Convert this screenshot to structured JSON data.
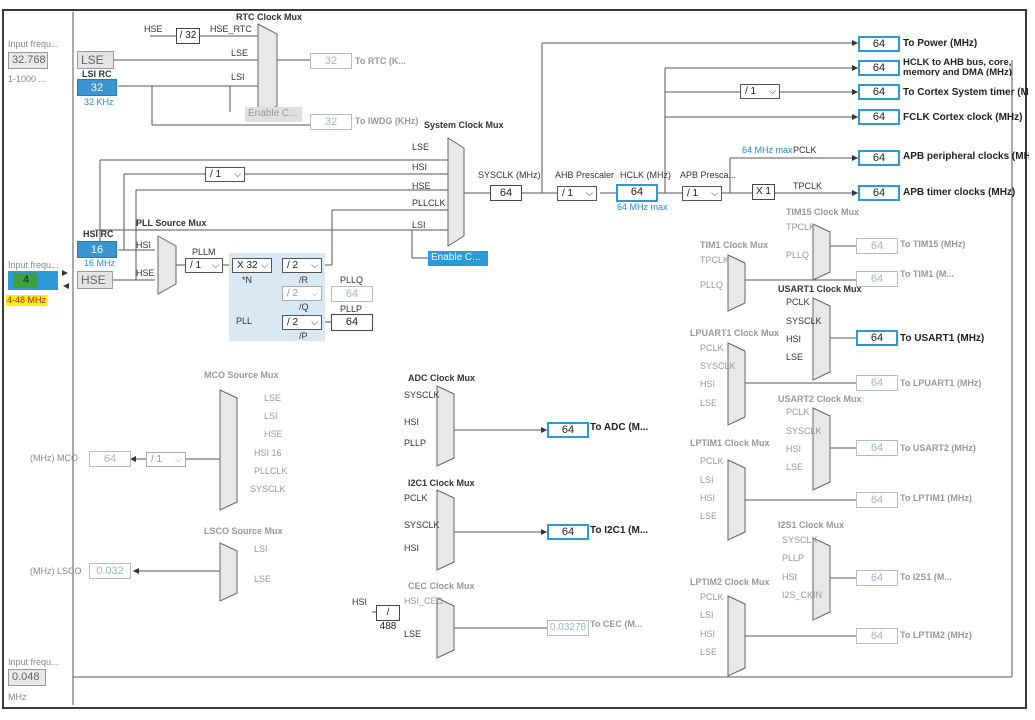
{
  "inputs": {
    "lse_freq_label": "Input frequ...",
    "lse_freq": "32.768",
    "lse_range": "1-1000 ...",
    "hse_freq_label": "Input frequ...",
    "hse_freq": "4",
    "hse_range": "4-48 MHz",
    "bottom_freq_label": "Input frequ...",
    "bottom_freq": "0.048",
    "bottom_unit": "MHz"
  },
  "sources": {
    "lse": "LSE",
    "lsi_rc_label": "LSI RC",
    "lsi_value": "32",
    "lsi_unit": "32 KHz",
    "hsi_rc_label": "HSI RC",
    "hsi_value": "16",
    "hsi_unit": "16 MHz",
    "hse": "HSE"
  },
  "rtc": {
    "title": "RTC Clock Mux",
    "hse_label": "HSE",
    "div": "/ 32",
    "hse_rtc": "HSE_RTC",
    "in_lse": "LSE",
    "in_lsi": "LSI",
    "value": "32",
    "out_label": "To RTC (K...",
    "enable_css": "Enable C...",
    "iwdg_value": "32",
    "iwdg_label": "To IWDG (KHz)"
  },
  "sysmux": {
    "title": "System Clock Mux",
    "in_lse": "LSE",
    "in_hsi": "HSI",
    "in_hse": "HSE",
    "in_pllclk": "PLLCLK",
    "in_lsi": "LSI",
    "enable_css": "Enable C...",
    "hsi_div": "/ 1"
  },
  "pll": {
    "source_title": "PLL Source Mux",
    "in_hsi": "HSI",
    "in_hse": "HSE",
    "pllm_label": "PLLM",
    "pllm": "/ 1",
    "muln": "X 32",
    "n_label": "*N",
    "div_r": "/ 2",
    "r_label": "/R",
    "div_q": "/ 2",
    "q_label": "/Q",
    "div_p": "/ 2",
    "p_label": "/P",
    "pll_label": "PLL",
    "pllq_label": "PLLQ",
    "pllq_value": "64",
    "pllp_label": "PLLP",
    "pllp_value": "64"
  },
  "bus": {
    "sysclk_label": "SYSCLK (MHz)",
    "sysclk": "64",
    "ahb_label": "AHB Prescaler",
    "ahb": "/ 1",
    "hclk_label": "HCLK (MHz)",
    "hclk": "64",
    "hclk_max": "64 MHz max",
    "apb_label": "APB Presca...",
    "apb": "/ 1",
    "x1": "X 1",
    "pclk_max": "64 MHz max",
    "pclk_label": "PCLK",
    "tpclk_label": "TPCLK",
    "cortex_div": "/ 1"
  },
  "outputs": [
    {
      "value": "64",
      "label": "To Power (MHz)"
    },
    {
      "value": "64",
      "label": "HCLK to AHB bus, core, memory and DMA (MHz)"
    },
    {
      "value": "64",
      "label": "To Cortex System timer (MHz)"
    },
    {
      "value": "64",
      "label": "FCLK Cortex clock (MHz)"
    },
    {
      "value": "64",
      "label": "APB peripheral clocks (MHz)"
    },
    {
      "value": "64",
      "label": "APB timer clocks (MHz)"
    }
  ],
  "tim15": {
    "title": "TIM15 Clock Mux",
    "in1": "TPCLK",
    "in2": "PLLQ",
    "value": "64",
    "label": "To TIM15 (MHz)"
  },
  "tim1": {
    "title": "TIM1 Clock Mux",
    "in1": "TPCLK",
    "in2": "PLLQ",
    "value": "64",
    "label": "To TIM1 (M..."
  },
  "usart1": {
    "title": "USART1 Clock Mux",
    "in1": "PCLK",
    "in2": "SYSCLK",
    "in3": "HSI",
    "in4": "LSE",
    "value": "64",
    "label": "To USART1 (MHz)"
  },
  "lpuart1": {
    "title": "LPUART1 Clock Mux",
    "in1": "PCLK",
    "in2": "SYSCLK",
    "in3": "HSI",
    "in4": "LSE",
    "value": "64",
    "label": "To LPUART1 (MHz)"
  },
  "usart2": {
    "title": "USART2 Clock Mux",
    "in1": "PCLK",
    "in2": "SYSCLK",
    "in3": "HSI",
    "in4": "LSE",
    "value": "64",
    "label": "To USART2 (MHz)"
  },
  "lptim1": {
    "title": "LPTIM1 Clock Mux",
    "in1": "PCLK",
    "in2": "LSI",
    "in3": "HSI",
    "in4": "LSE",
    "value": "64",
    "label": "To LPTIM1 (MHz)"
  },
  "i2s1": {
    "title": "I2S1 Clock Mux",
    "in1": "SYSCLK",
    "in2": "PLLP",
    "in3": "HSI",
    "in4": "I2S_CKIN",
    "value": "64",
    "label": "To I2S1 (M..."
  },
  "lptim2": {
    "title": "LPTIM2 Clock Mux",
    "in1": "PCLK",
    "in2": "LSI",
    "in3": "HSI",
    "in4": "LSE",
    "value": "64",
    "label": "To LPTIM2 (MHz)"
  },
  "adc": {
    "title": "ADC Clock Mux",
    "in1": "SYSCLK",
    "in2": "HSI",
    "in3": "PLLP",
    "value": "64",
    "label": "To ADC (M..."
  },
  "i2c1": {
    "title": "I2C1 Clock Mux",
    "in1": "PCLK",
    "in2": "SYSCLK",
    "in3": "HSI",
    "value": "64",
    "label": "To I2C1 (M..."
  },
  "cec": {
    "title": "CEC Clock Mux",
    "hsi": "HSI",
    "div": "/ 488",
    "in1": "HSI_CEC",
    "in2": "LSE",
    "value": "0.03278",
    "label": "To CEC (M..."
  },
  "mco": {
    "title": "MCO Source Mux",
    "in1": "LSE",
    "in2": "LSI",
    "in3": "HSE",
    "in4": "HSI 16",
    "in5": "PLLCLK",
    "in6": "SYSCLK",
    "div": "/ 1",
    "value": "64",
    "label": "(MHz) MCO"
  },
  "lsco": {
    "title": "LSCO Source Mux",
    "in1": "LSI",
    "in2": "LSE",
    "value": "0.032",
    "label": "(MHz) LSCO"
  }
}
